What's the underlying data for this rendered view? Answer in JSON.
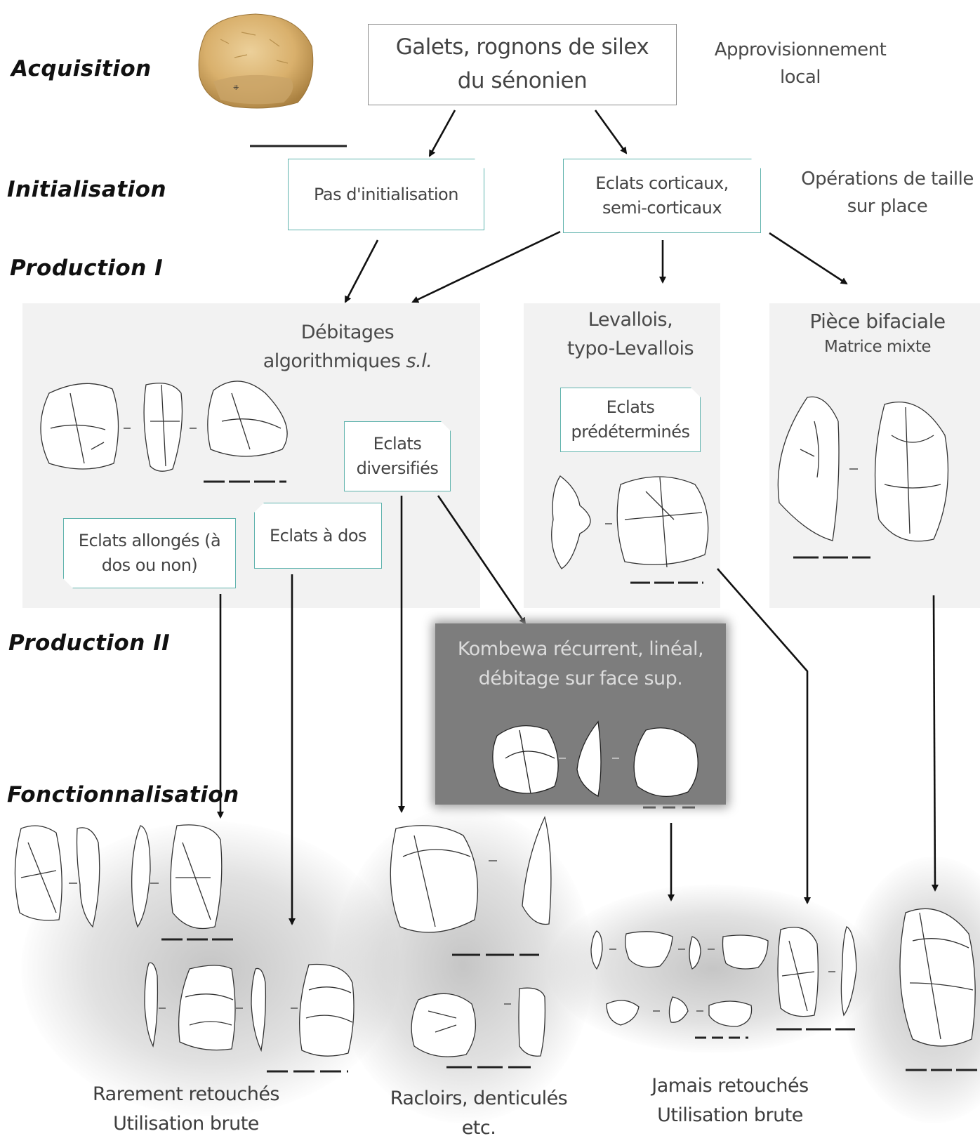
{
  "stages": {
    "acquisition": "Acquisition",
    "initialisation": "Initialisation",
    "production1": "Production I",
    "production2": "Production II",
    "fonctionnalisation": "Fonctionnalisation"
  },
  "source": {
    "line1": "Galets, rognons de silex",
    "line2": "du sénonien"
  },
  "approvisionnement": {
    "line1": "Approvisionnement",
    "line2": "local"
  },
  "operations": {
    "line1": "Opérations de taille",
    "line2": "sur place"
  },
  "init_boxes": {
    "pas": "Pas d'initialisation",
    "eclats_line1": "Eclats corticaux,",
    "eclats_line2": "semi-corticaux"
  },
  "panels": {
    "debitages_line1": "Débitages",
    "debitages_line2": "algorithmiques",
    "debitages_sl": "s.l.",
    "levallois_line1": "Levallois,",
    "levallois_line2": "typo-Levallois",
    "bifaciale_line1": "Pièce bifaciale",
    "bifaciale_line2": "Matrice mixte"
  },
  "tags": {
    "eclats_diversifies_1": "Eclats",
    "eclats_diversifies_2": "diversifiés",
    "eclats_predetermines_1": "Eclats",
    "eclats_predetermines_2": "prédéterminés",
    "eclats_allonges_1": "Eclats allongés (à",
    "eclats_allonges_2": "dos ou non)",
    "eclats_dos": "Eclats à dos"
  },
  "kombewa": {
    "line1": "Kombewa récurrent, linéal,",
    "line2": "débitage sur face sup."
  },
  "captions": {
    "left_1": "Rarement retouchés",
    "left_2": "Utilisation brute",
    "mid_1": "Racloirs, denticulés",
    "mid_2": "etc.",
    "right_1": "Jamais retouchés",
    "right_2": "Utilisation brute"
  }
}
